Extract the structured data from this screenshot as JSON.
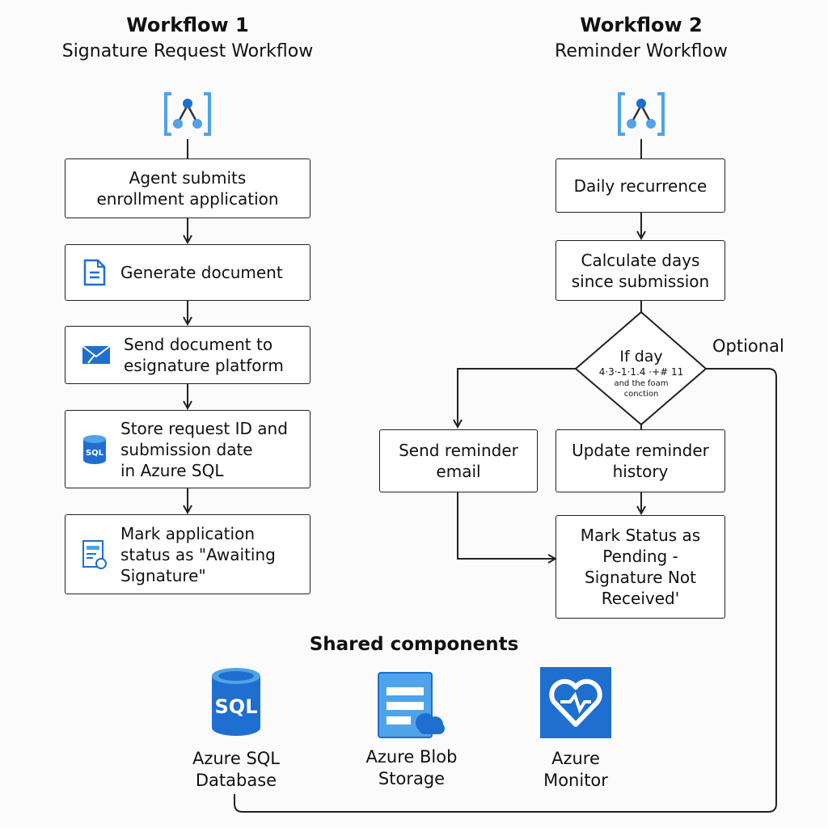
{
  "workflow1": {
    "title": "Workflow 1",
    "subtitle": "Signature Request Workflow",
    "icon": "logic-apps-icon",
    "steps": [
      {
        "text": "Agent submits\nenrollment application"
      },
      {
        "text": "Generate document",
        "icon": "document-icon"
      },
      {
        "text": "Send document to\nesignature platform",
        "icon": "email-icon"
      },
      {
        "text": "Store request ID and\nsubmission date\nin Azure SQL",
        "icon": "sql-database-icon"
      },
      {
        "text": "Mark application\nstatus as \"Awaiting\nSignature\"",
        "icon": "form-status-icon"
      }
    ]
  },
  "workflow2": {
    "title": "Workflow 2",
    "subtitle": "Reminder Workflow",
    "icon": "logic-apps-icon",
    "steps": {
      "recurrence": "Daily recurrence",
      "calculate": "Calculate days\nsince submission",
      "condition_line1": "If day",
      "condition_line2": "4·3·-1·1.4 ·+# 11",
      "condition_line3": "and the foam\nconction",
      "send_reminder": "Send reminder\nemail",
      "update_history": "Update reminder\nhistory",
      "mark_pending": "Mark Status as\nPending -\nSignature Not\nReceived'"
    },
    "optional_label": "Optional"
  },
  "shared": {
    "title": "Shared components",
    "components": [
      {
        "name": "Azure SQL\nDatabase",
        "icon": "sql-database-icon",
        "icon_text": "SQL"
      },
      {
        "name": "Azure Blob\nStorage",
        "icon": "blob-storage-icon"
      },
      {
        "name": "Azure\nMonitor",
        "icon": "monitor-heart-icon"
      }
    ]
  },
  "colors": {
    "azure_blue": "#1e6fd0",
    "azure_light": "#4fa3e8",
    "border": "#222222"
  }
}
